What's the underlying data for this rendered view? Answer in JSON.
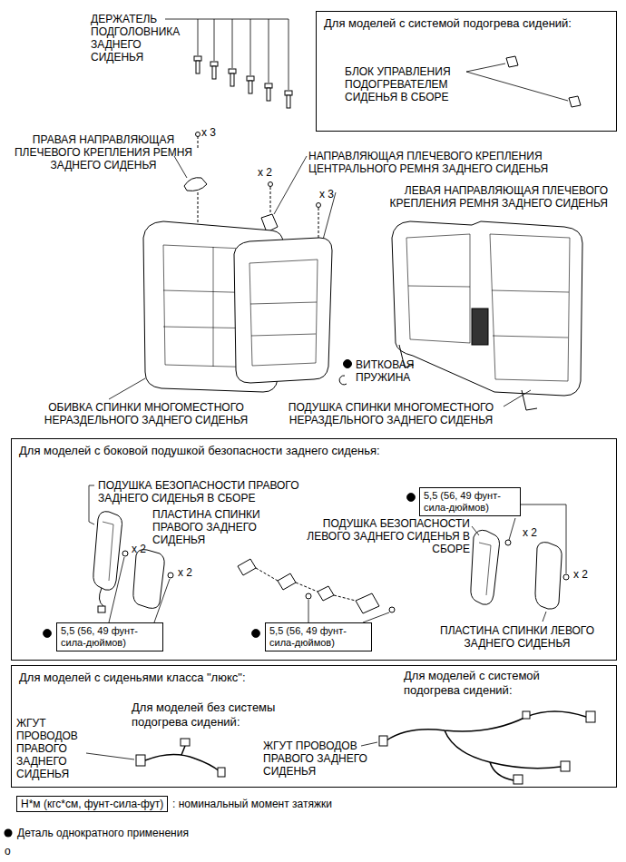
{
  "diagram": {
    "nodes": [
      {
        "text": [
          "Для моделей с системой подогрева сидений:"
        ]
      },
      {
        "text": [
          "Для моделей с боковой подушкой безопасности заднего сиденья:"
        ]
      },
      {
        "text": [
          "5,5 (56, 49 фунт-сила-дюймов)"
        ],
        "in": 1
      },
      {
        "text": [
          "5,5 (56, 49 фунт-сила-дюймов)"
        ],
        "in": 1
      },
      {
        "text": [
          "5,5 (56, 49 фунт-сила-дюймов)"
        ],
        "in": 1
      },
      {
        "text": [
          "Для моделей с сиденьями класса \"люкс\":"
        ]
      },
      {
        "text": [
          "Н*м (кгс*см, фунт-сила-фут)"
        ]
      }
    ],
    "labels": [
      "ДЕРЖАТЕЛЬ ПОДГОЛОВНИКА ЗАДНЕГО СИДЕНЬЯ",
      "БЛОК УПРАВЛЕНИЯ ПОДОГРЕВАТЕЛЕМ СИДЕНЬЯ В СБОРЕ",
      "x 3",
      "ПРАВАЯ НАПРАВЛЯЮЩАЯ ПЛЕЧЕВОГО КРЕПЛЕНИЯ РЕМНЯ ЗАДНЕГО СИДЕНЬЯ",
      "НАПРАВЛЯЮЩАЯ ПЛЕЧЕВОГО КРЕПЛЕНИЯ ЦЕНТРАЛЬНОГО РЕМНЯ ЗАДНЕГО СИДЕНЬЯ",
      "x 2",
      "x 3",
      "ЛЕВАЯ НАПРАВЛЯЮЩАЯ ПЛЕЧЕВОГО КРЕПЛЕНИЯ РЕМНЯ ЗАДНЕГО СИДЕНЬЯ",
      "ВИТКОВАЯ ПРУЖИНА",
      "ОБИВКА СПИНКИ МНОГОМЕСТНОГО НЕРАЗДЕЛЬНОГО ЗАДНЕГО СИДЕНЬЯ",
      "ПОДУШКА СПИНКИ МНОГОМЕСТНОГО НЕРАЗДЕЛЬНОГО ЗАДНЕГО СИДЕНЬЯ",
      "ПОДУШКА БЕЗОПАСНОСТИ ПРАВОГО ЗАДНЕГО СИДЕНЬЯ В СБОРЕ",
      "ПЛАСТИНА СПИНКИ ПРАВОГО ЗАДНЕГО СИДЕНЬЯ",
      "x 2",
      "x 2",
      "ПОДУШКА БЕЗОПАСНОСТИ ЛЕВОГО ЗАДНЕГО СИДЕНЬЯ В СБОРЕ",
      "x 2",
      "x 2",
      "ПЛАСТИНА СПИНКИ ЛЕВОГО ЗАДНЕГО СИДЕНЬЯ",
      "Для моделей с системой подогрева сидений:",
      "ЖГУТ ПРОВОДОВ ПРАВОГО ЗАДНЕГО СИДЕНЬЯ",
      "Для моделей без системы подогрева сидений:",
      "ЖГУТ ПРОВОДОВ ПРАВОГО ЗАДНЕГО СИДЕНЬЯ",
      "o"
    ],
    "legend": [
      {
        "text": ": номинальный момент затяжки"
      },
      {
        "text": "Деталь однократного применения"
      }
    ]
  }
}
